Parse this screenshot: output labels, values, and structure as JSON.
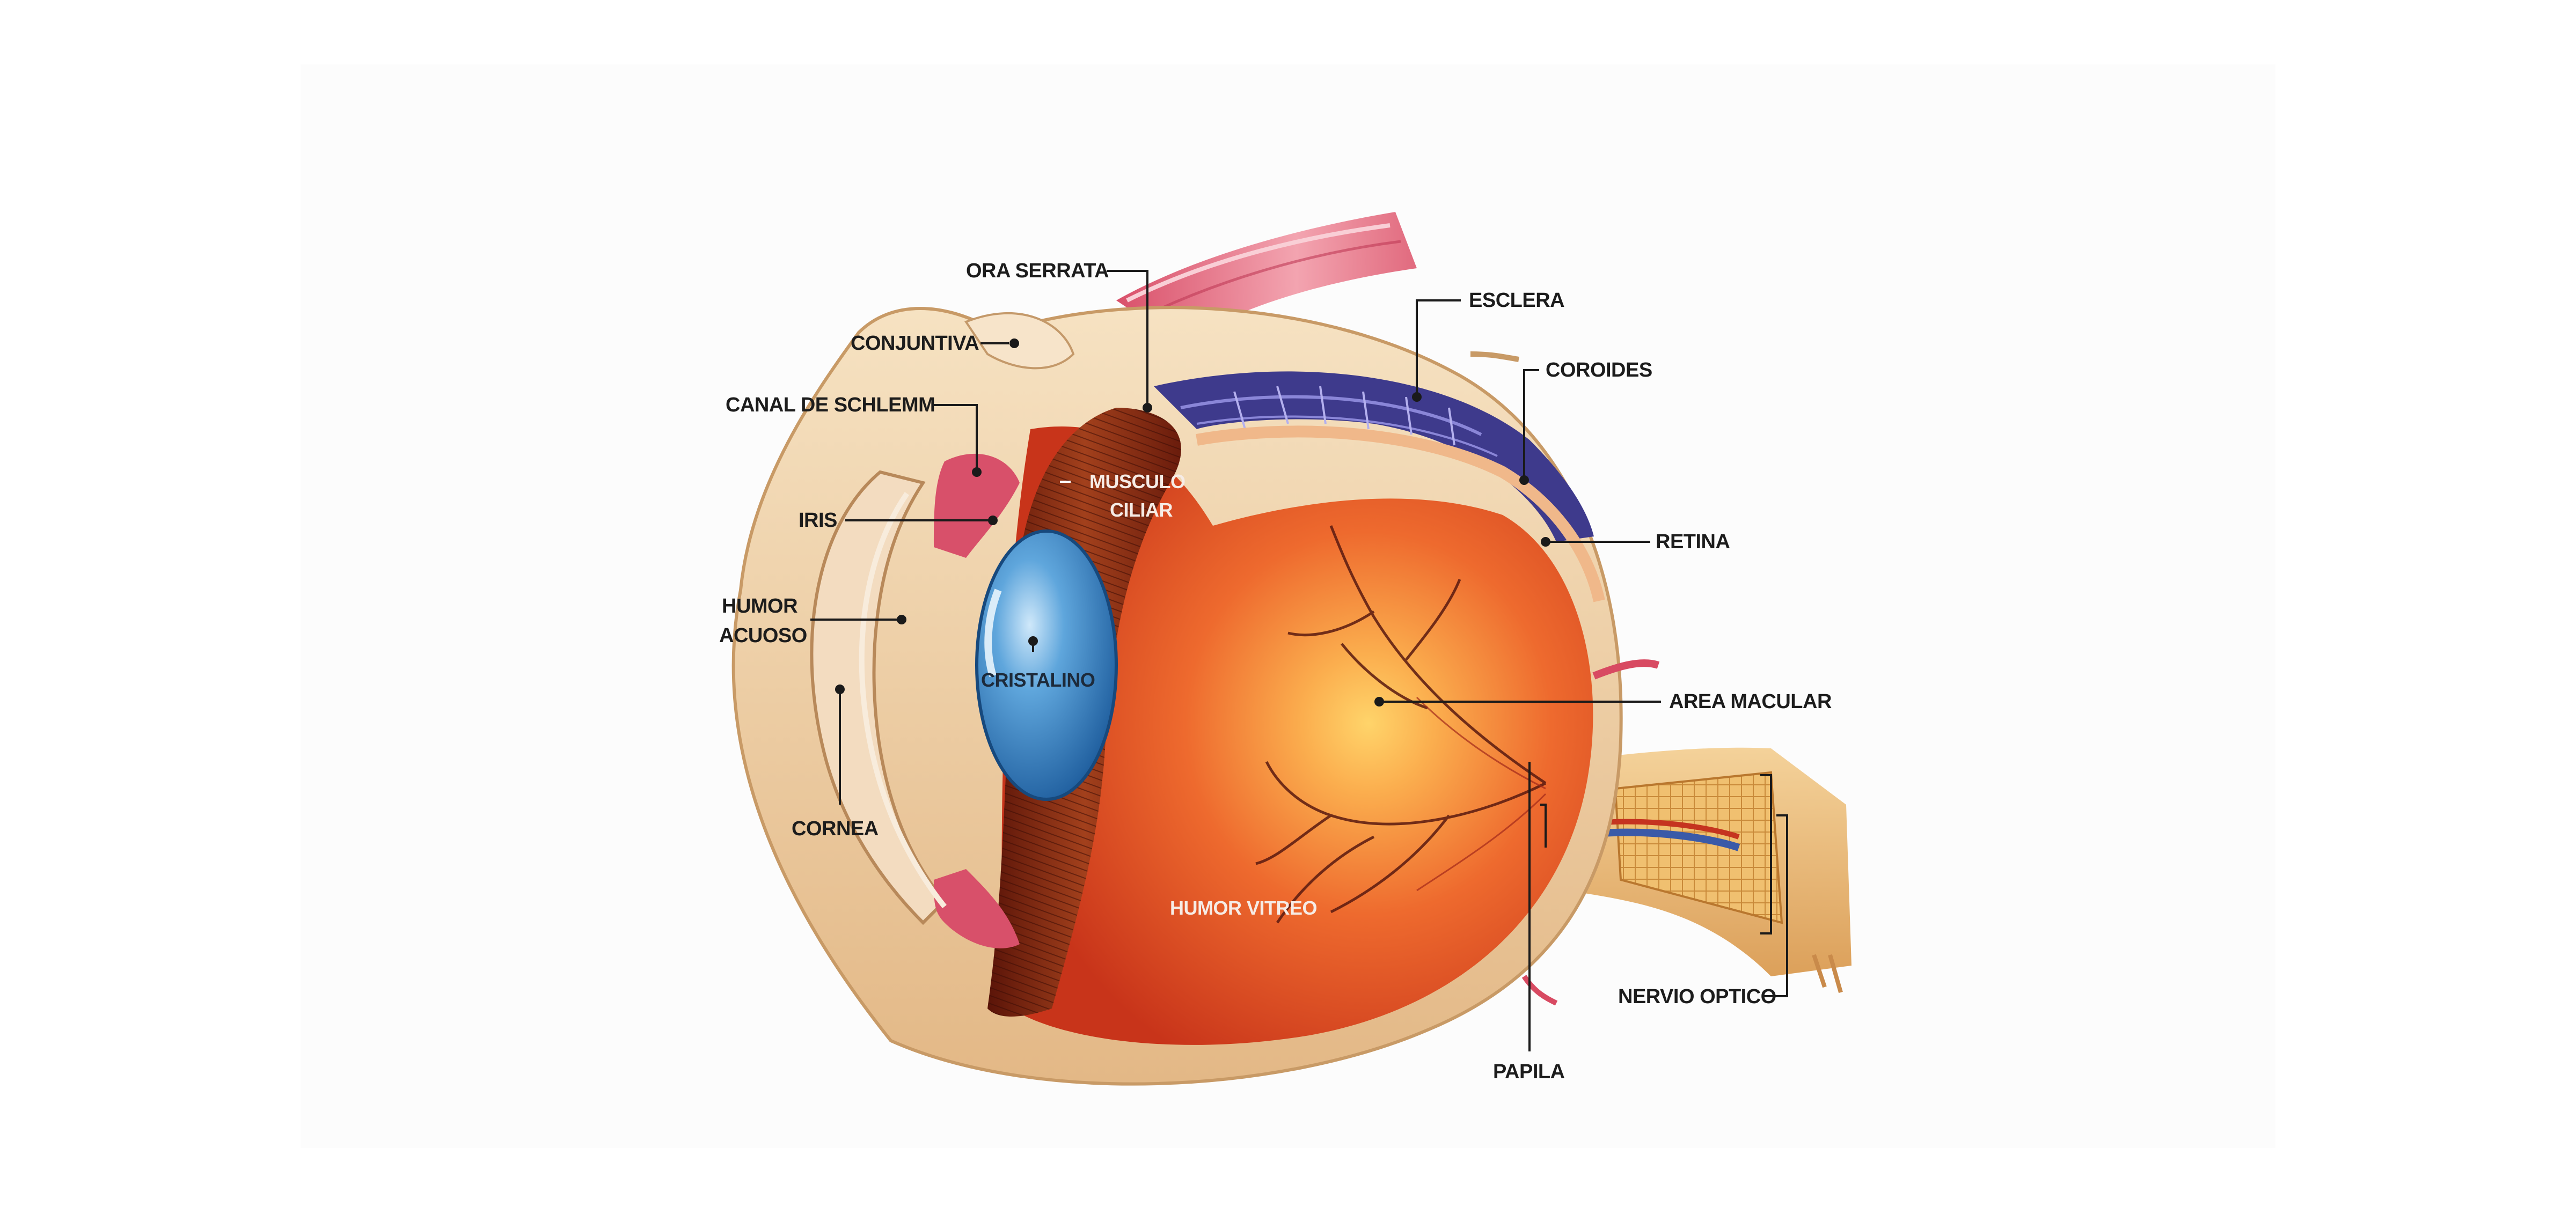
{
  "labels": {
    "ora_serrata": "ORA SERRATA",
    "conjuntiva": "CONJUNTIVA",
    "canal_schlemm": "CANAL DE SCHLEMM",
    "iris": "IRIS",
    "humor_acuoso_1": "HUMOR",
    "humor_acuoso_2": "ACUOSO",
    "cornea": "CORNEA",
    "esclera": "ESCLERA",
    "coroides": "COROIDES",
    "retina": "RETINA",
    "area_macular": "AREA  MACULAR",
    "nervio_optico": "NERVIO OPTICO",
    "papila": "PAPILA",
    "musculo_ciliar_1": "MUSCULO",
    "musculo_ciliar_2": "CILIAR",
    "cristalino": "CRISTALINO",
    "humor_vitreo": "HUMOR VITREO"
  },
  "colors": {
    "vitreous": "#e84a22",
    "lens": "#3a86c8",
    "sclera": "#f0d2a6",
    "muscle": "#e8768a",
    "ciliary": "#8a2a14",
    "choroid": "#3e3a8c",
    "nerve": "#e9b46a"
  }
}
